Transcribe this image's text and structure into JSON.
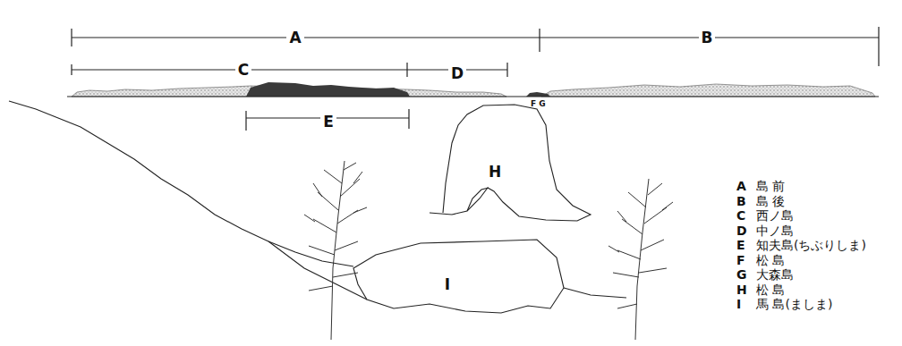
{
  "diagram": {
    "labels": [
      "A",
      "B",
      "C",
      "D",
      "E",
      "F",
      "G",
      "H",
      "I",
      "A",
      "島 前",
      "B",
      "島 後",
      "C",
      "西ノ島",
      "D",
      "中ノ島",
      "E",
      "知夫島(ちぶりしま)",
      "F",
      "松 島",
      "G",
      "大森島",
      "H",
      "松 島",
      "I",
      "馬 島(ましま)"
    ]
  }
}
